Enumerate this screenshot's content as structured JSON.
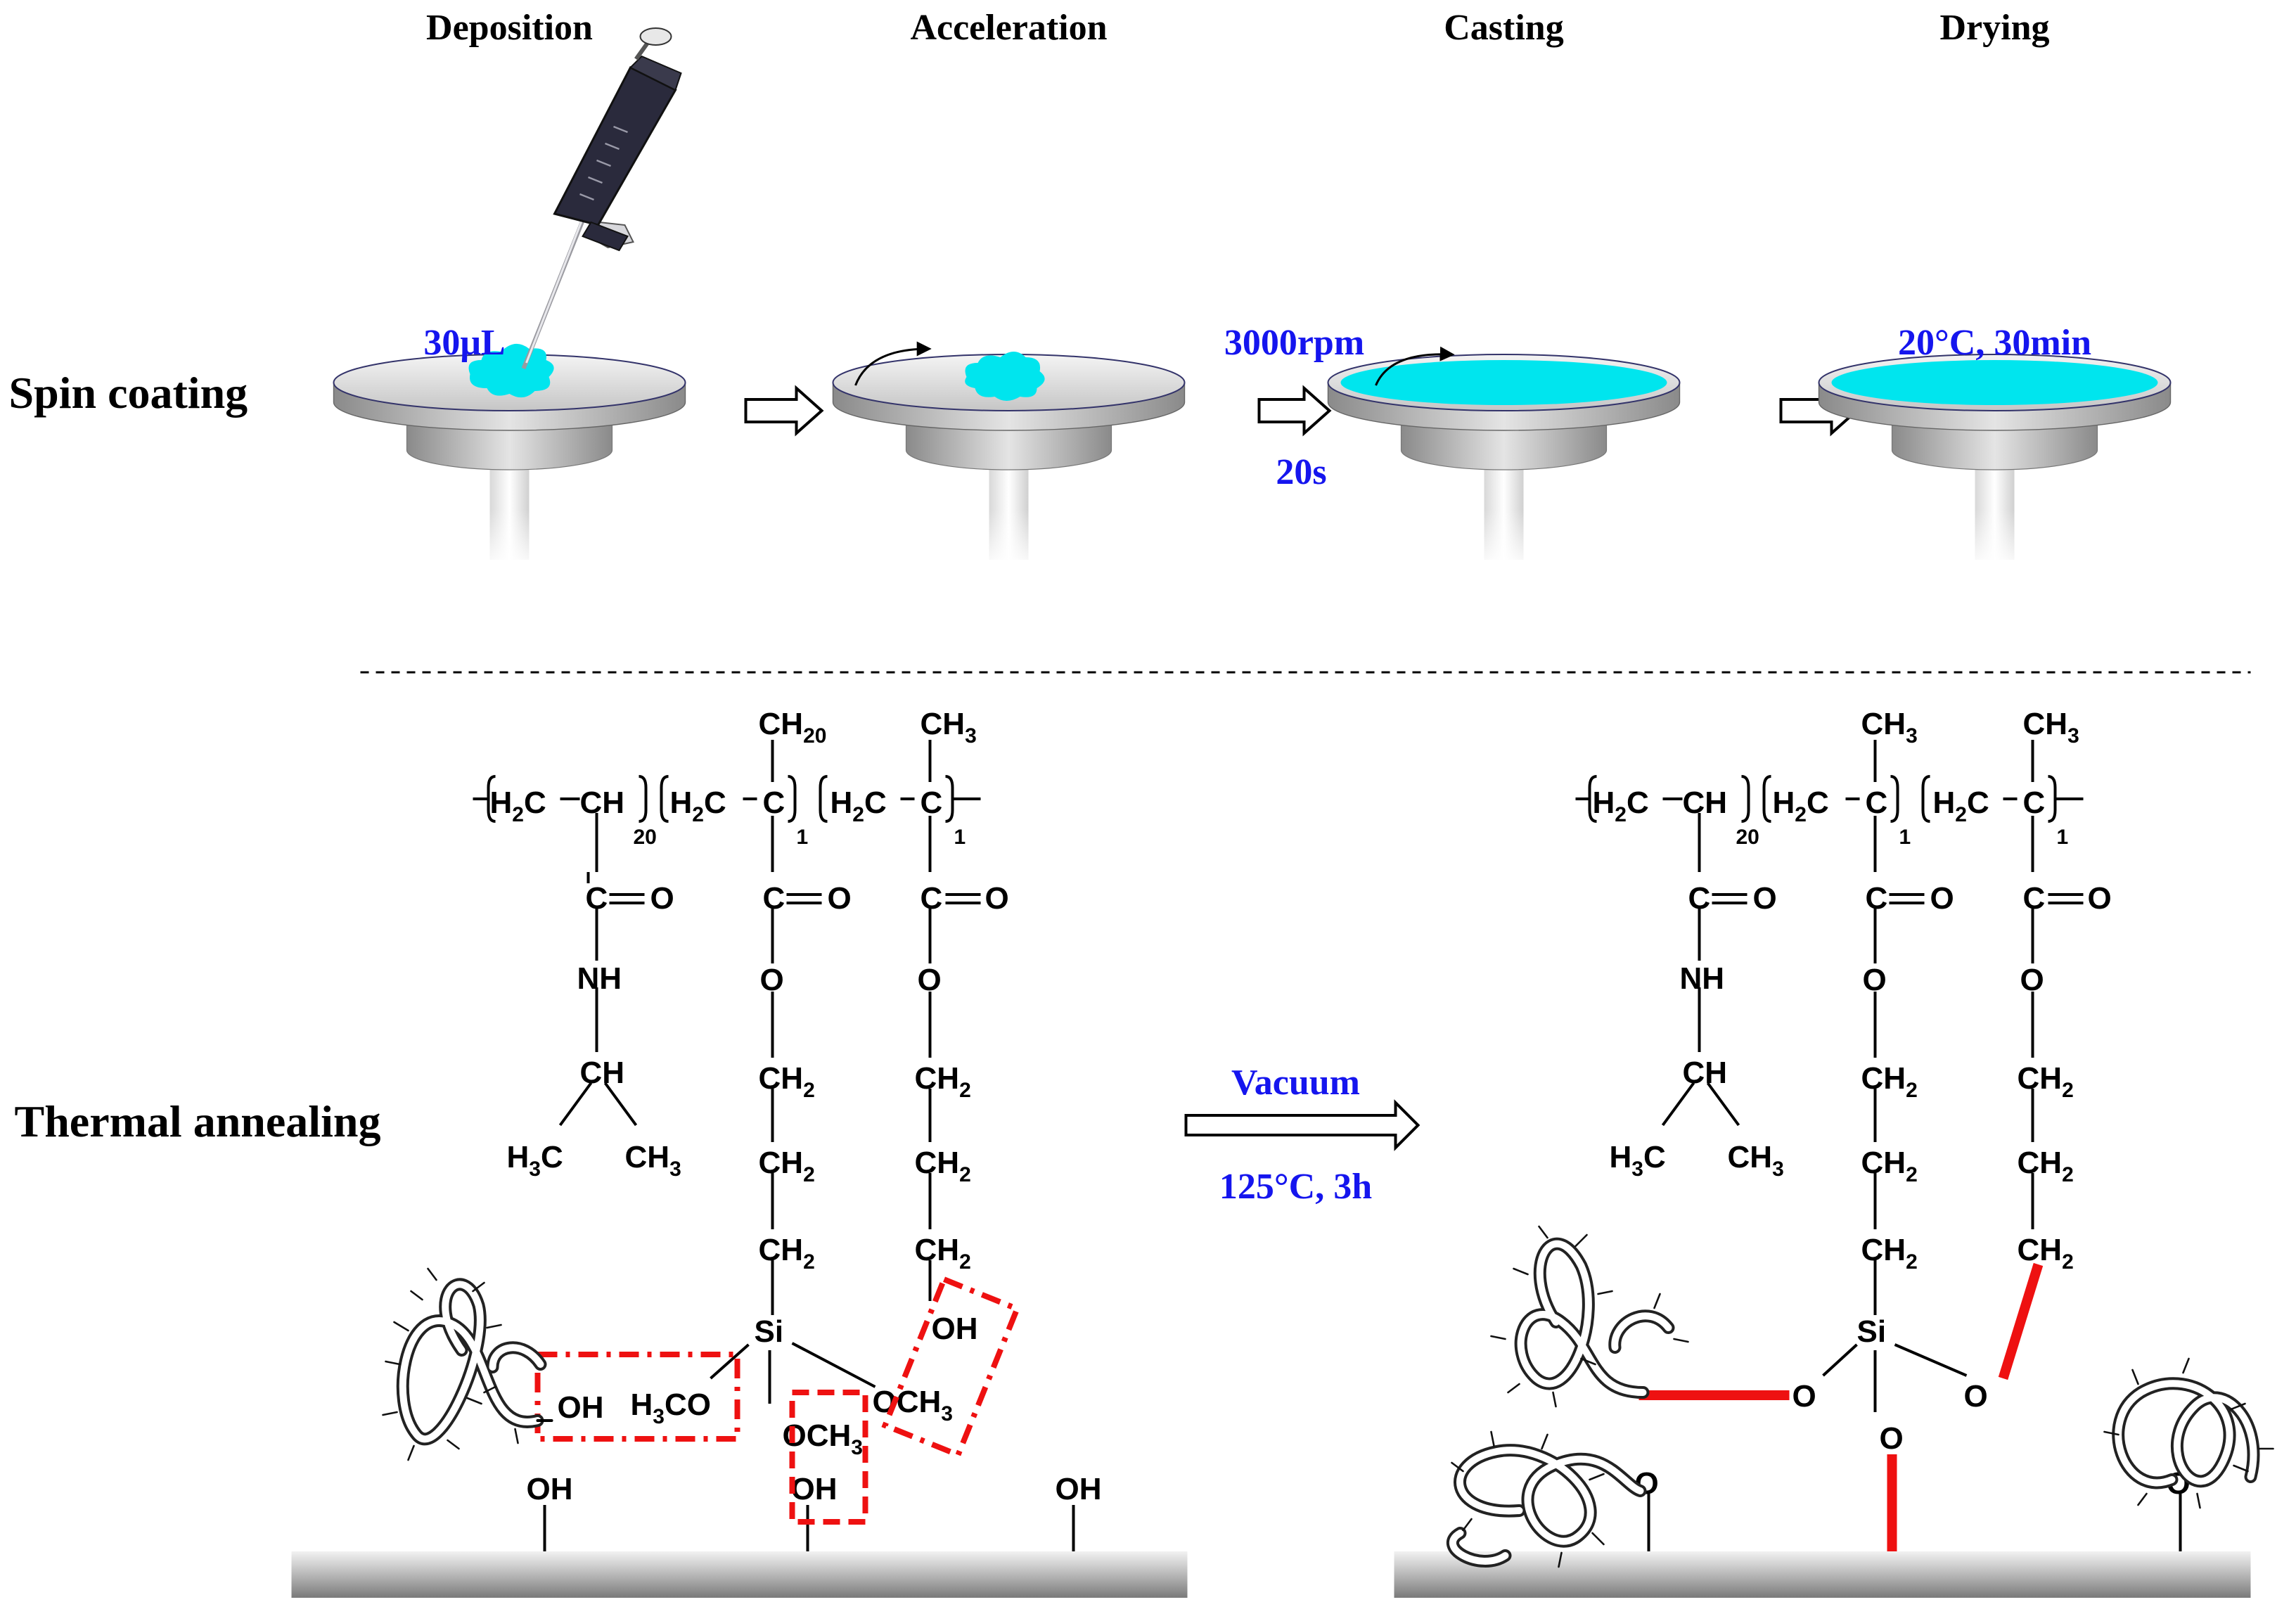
{
  "steps": {
    "deposition": "Deposition",
    "acceleration": "Acceleration",
    "casting": "Casting",
    "drying": "Drying"
  },
  "rows": {
    "spin_coating": "Spin coating",
    "thermal_annealing": "Thermal annealing"
  },
  "conditions": {
    "volume": "30μL",
    "speed": "3000rpm",
    "time": "20s",
    "drying": "20°C, 30min",
    "vacuum": "Vacuum",
    "annealing": "125°C, 3h"
  },
  "chem": {
    "ch3": "CH3",
    "h2c": "H2C",
    "ch": "CH",
    "c": "C",
    "n20": "20",
    "n1": "1",
    "o": "O",
    "nh": "NH",
    "ch2": "CH2",
    "h3c": "H3C",
    "si": "Si",
    "oh": "OH",
    "h3co": "H3CO",
    "och3": "OCH3"
  },
  "colors": {
    "label_blue": "#1515ee",
    "film_cyan": "#00e5ee",
    "bond_red": "#ee1111"
  }
}
